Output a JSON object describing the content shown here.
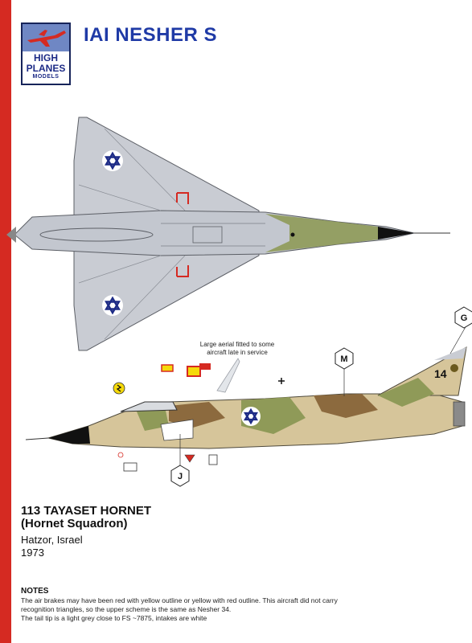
{
  "logo": {
    "line1": "HIGH",
    "line2": "PLANES",
    "line3": "MODELS"
  },
  "title": "IAI NESHER S",
  "callout": "Large aerial fitted to some aircraft late in service",
  "markers": {
    "m": "M",
    "g": "G",
    "j": "J"
  },
  "tail_number": "14",
  "unit": {
    "name": "113 TAYASET HORNET",
    "subname": "(Hornet Squadron)",
    "location": "Hatzor, Israel",
    "year": "1973"
  },
  "notes": {
    "heading": "NOTES",
    "line1": "The air brakes may have been red with yellow outline or yellow with red outline. This aircraft did not carry",
    "line2": "recognition triangles, so the upper scheme is the same as Nesher 34.",
    "line3": "The tail tip is a light grey close to FS ~7875, intakes are white"
  },
  "colors": {
    "border_red": "#d52a22",
    "title_blue": "#1f3aa6",
    "underside_grey": "#c9ccd3",
    "camo_sand": "#d6c59a",
    "camo_green": "#8f9a58",
    "camo_brown": "#8c6a3e",
    "roundel_blue": "#1d2b86"
  }
}
